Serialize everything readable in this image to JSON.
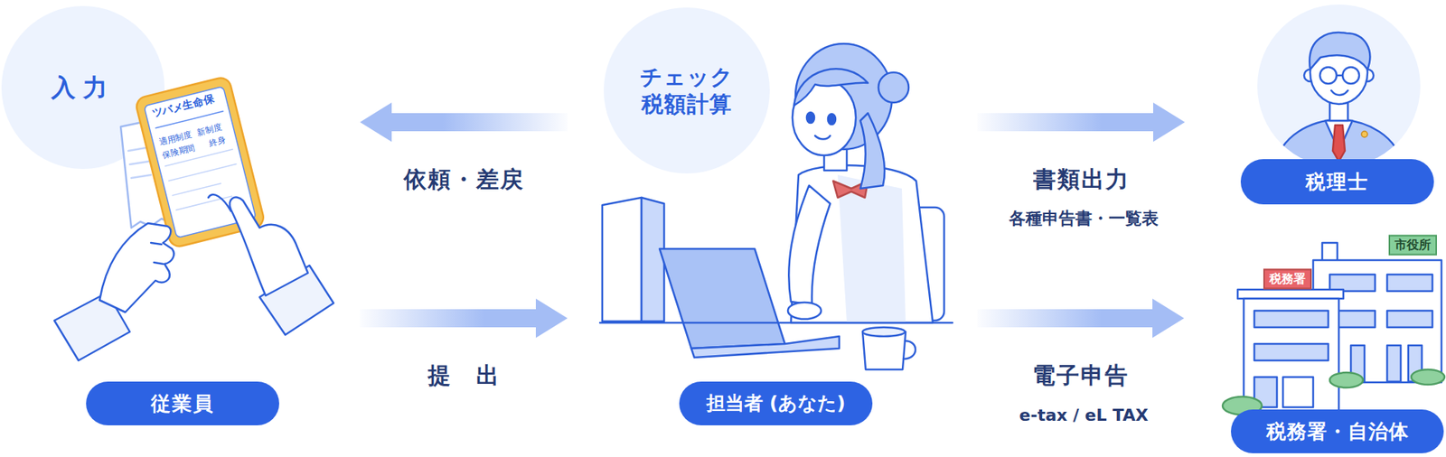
{
  "diagram": {
    "nodes": [
      {
        "text": [
          "入力"
        ]
      },
      {
        "text": [
          "従業員"
        ]
      },
      {
        "text": [
          "チェック 税額計算"
        ]
      },
      {
        "text": [
          "担当者 (あなた)"
        ]
      },
      {
        "text": [
          "税理士"
        ]
      },
      {
        "text": [
          "税務署・自治体"
        ]
      }
    ],
    "edges": [
      {
        "from": 3,
        "to": 1,
        "label": "依頼・差戻",
        "arrow": "to"
      },
      {
        "from": 1,
        "to": 3,
        "label": "提　出",
        "arrow": "to"
      },
      {
        "from": 3,
        "to": 4,
        "label": "書類出力",
        "arrow": "to"
      },
      {
        "from": 3,
        "to": 5,
        "label": "電子申告",
        "arrow": "to"
      }
    ],
    "labels": [
      "各種申告書・一覧表",
      "e-tax / eL TAX",
      "ツバメ生命保",
      "適用制度",
      "新制度",
      "保険期間",
      "終身",
      "税務署",
      "市役所"
    ]
  }
}
